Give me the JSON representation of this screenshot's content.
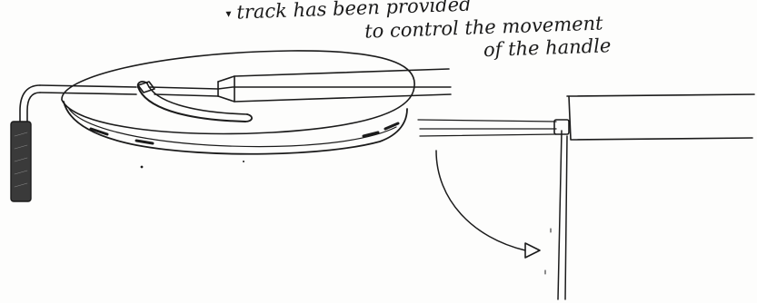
{
  "annotation": {
    "bullet_glyph": "▾",
    "line1": "track has been provided",
    "line2": "to control the movement",
    "line3": "of the handle"
  },
  "colors": {
    "ink": "#1b1b1b",
    "grip_fill": "#3a3a3a",
    "paper": "#fdfdfc"
  },
  "sketch": {
    "left_view": "rotating disc with curved track, bar and handle",
    "right_view": "side view: arm hinged at post with swing arrow"
  }
}
